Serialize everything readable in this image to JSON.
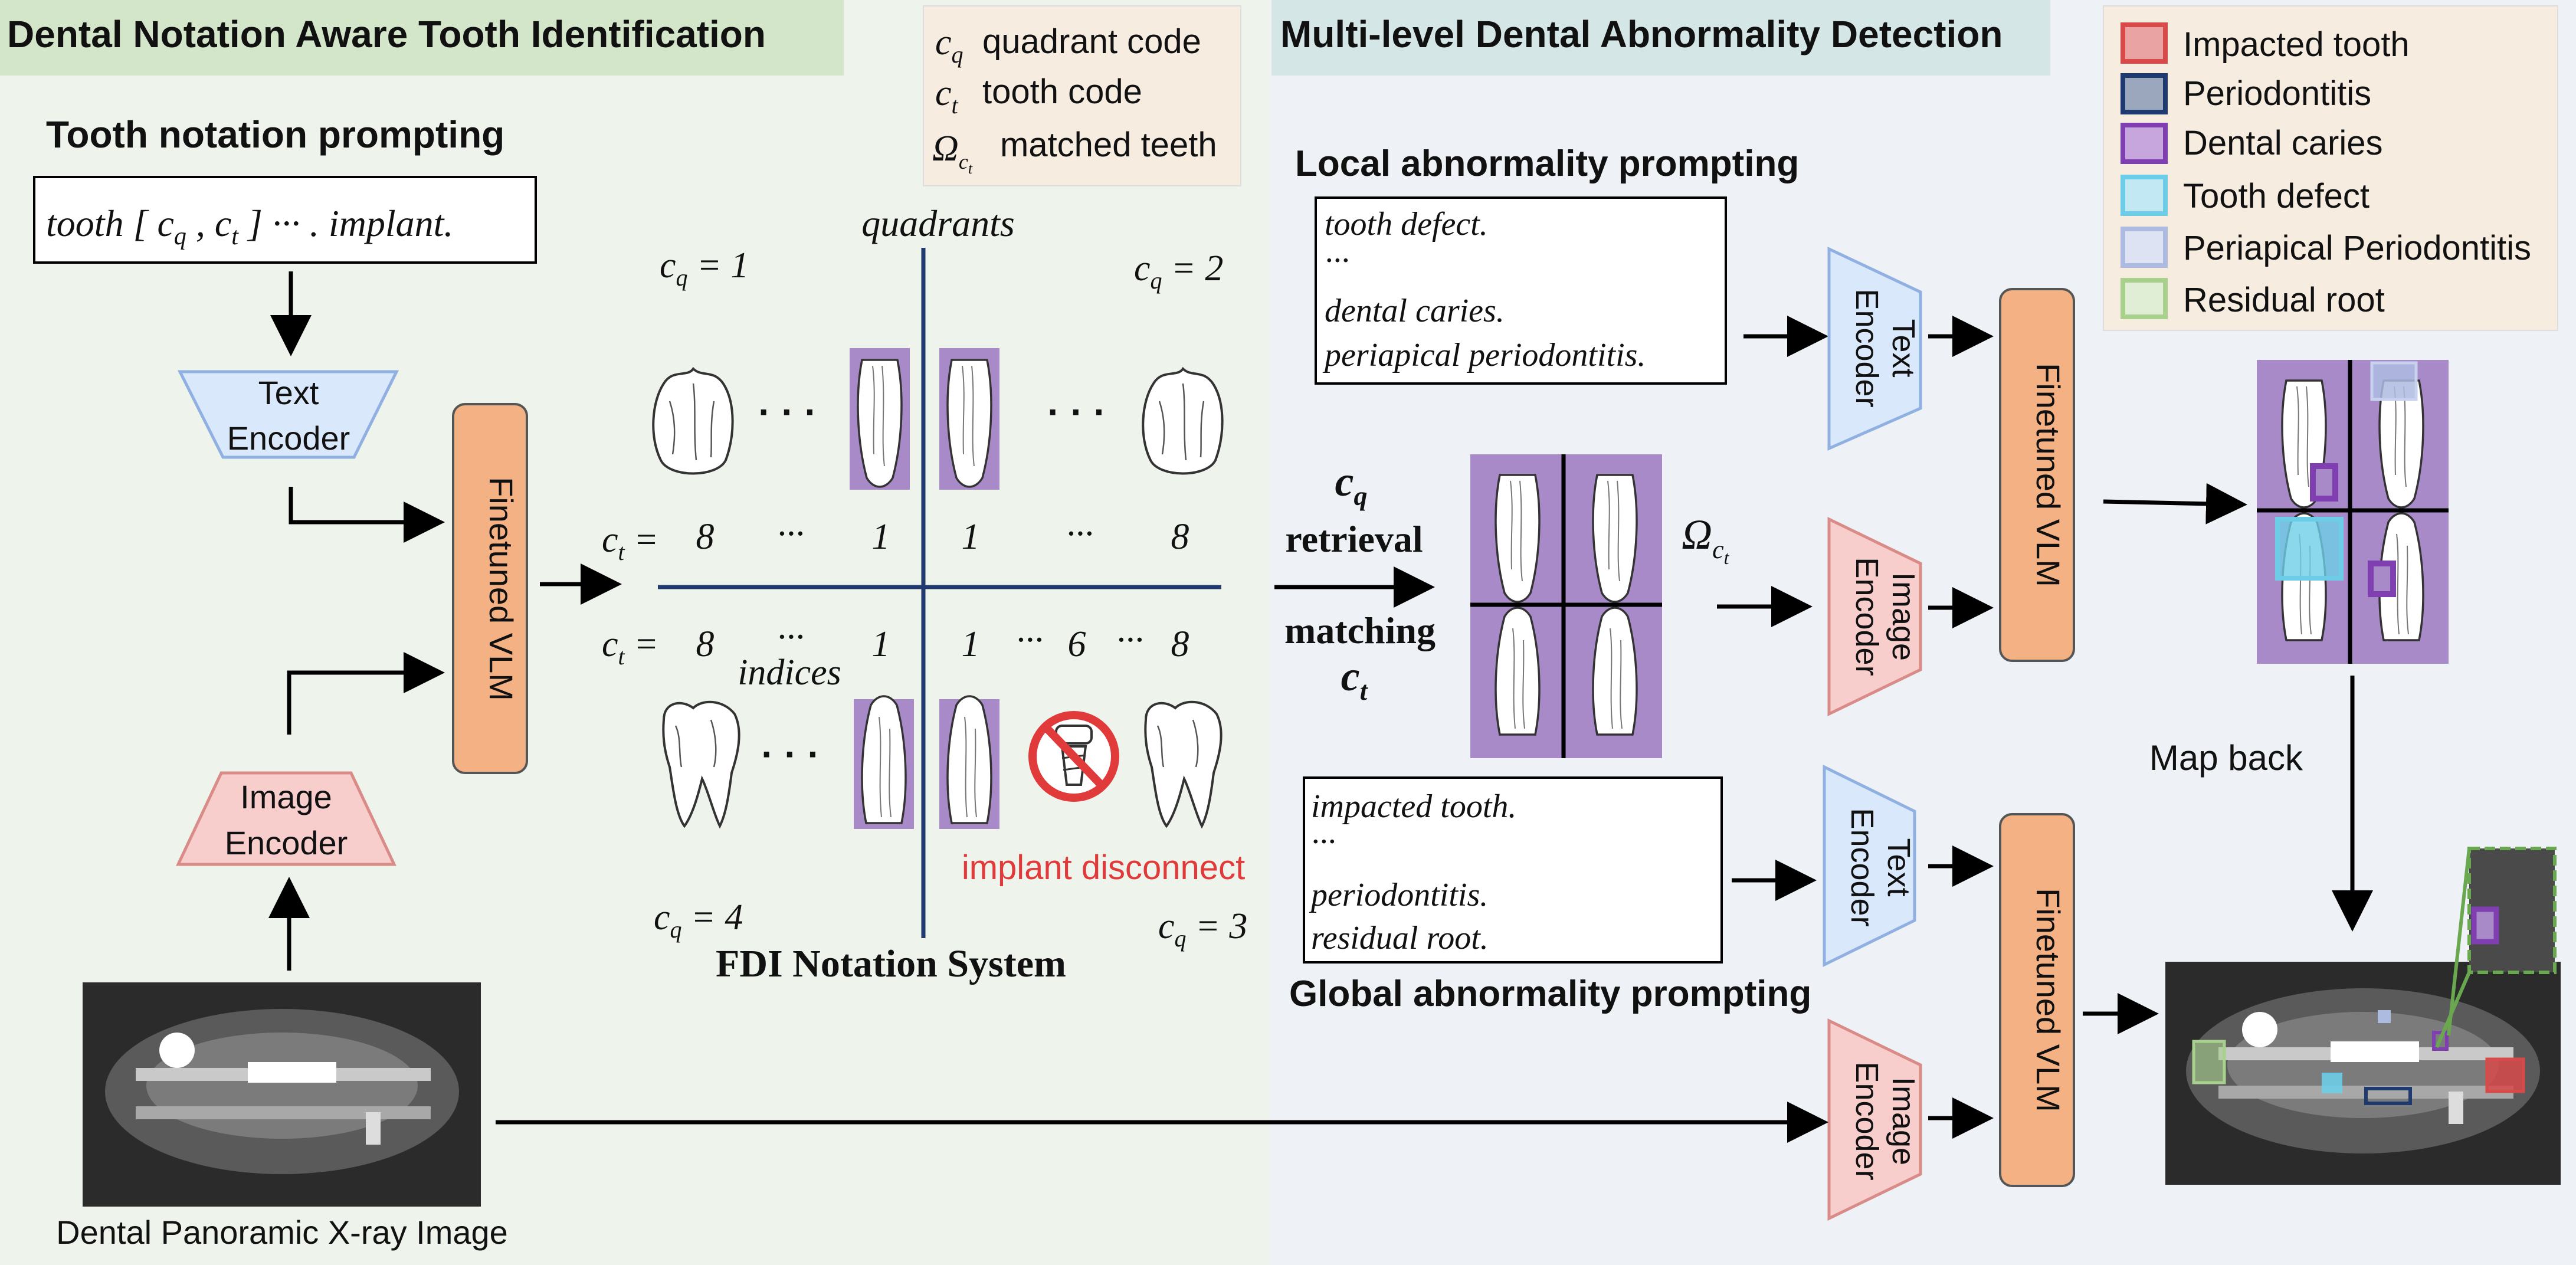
{
  "left_panel": {
    "title": "Dental Notation Aware Tooth Identification",
    "tooth_prompting_heading": "Tooth notation prompting",
    "prompt_text": "tooth [ c_q , c_t ] ··· . implant.",
    "text_encoder": "Text Encoder",
    "image_encoder": "Image Encoder",
    "finetuned_vlm": "Finetuned VLM",
    "xray_caption": "Dental Panoramic X-ray Image"
  },
  "legend_codes": [
    {
      "symbol": "c_q",
      "label": "quadrant code"
    },
    {
      "symbol": "c_t",
      "label": "tooth code"
    },
    {
      "symbol": "Ω_ct",
      "label": "matched teeth"
    }
  ],
  "fdi": {
    "quadrants_label": "quadrants",
    "indices_label": "indices",
    "cq1": "c_q = 1",
    "cq2": "c_q = 2",
    "cq3": "c_q = 3",
    "cq4": "c_q = 4",
    "ct_label": "c_t =",
    "upper_row": [
      "8",
      "···",
      "1",
      "1",
      "···",
      "8"
    ],
    "lower_row": [
      "8",
      "···",
      "1",
      "1",
      "···",
      "6",
      "···",
      "8"
    ],
    "implant_label": "implant disconnect",
    "system_label": "FDI Notation System"
  },
  "retrieval": {
    "line1": "c_q",
    "line2": "retrieval",
    "line3": "matching",
    "line4": "c_t",
    "omega": "Ω_ct"
  },
  "right_panel": {
    "title": "Multi-level Dental Abnormality Detection",
    "local_heading": "Local abnormality prompting",
    "local_prompts": [
      "tooth defect.",
      "···",
      "dental caries.",
      "periapical periodontitis."
    ],
    "global_heading": "Global abnormality prompting",
    "global_prompts": [
      "impacted tooth.",
      "···",
      "periodontitis.",
      "residual root."
    ],
    "text_encoder": "Text Encoder",
    "image_encoder": "Image Encoder",
    "finetuned_vlm": "Finetuned VLM",
    "map_back": "Map back"
  },
  "abnormality_legend": [
    {
      "label": "Impacted tooth",
      "color": "#d84a4a"
    },
    {
      "label": "Periodontitis",
      "color": "#1f3a6e"
    },
    {
      "label": "Dental caries",
      "color": "#7f3fb0"
    },
    {
      "label": "Tooth defect",
      "color": "#6ecde6"
    },
    {
      "label": "Periapical Periodontitis",
      "color": "#aebbe0"
    },
    {
      "label": "Residual root",
      "color": "#a9d18e"
    }
  ],
  "colors": {
    "left_bg": "#eef3ec",
    "right_bg": "#eef2f6",
    "left_title_bg": "#d4e6c9",
    "right_title_bg": "#d4e6e6",
    "text_encoder_fill": "#dae8fc",
    "text_encoder_stroke": "#8fb0e0",
    "image_encoder_fill": "#f8cecc",
    "image_encoder_stroke": "#d98b87",
    "vlm_fill": "#f4b183",
    "vlm_stroke": "#555555",
    "tooth_highlight": "#a98ac9",
    "implant_red": "#e03a3a"
  }
}
